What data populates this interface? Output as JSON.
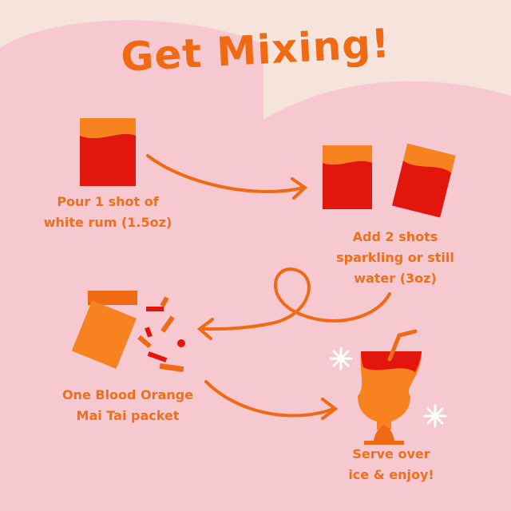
{
  "title": "Get Mixing!",
  "steps": [
    {
      "lines": [
        "Pour 1 shot of",
        "white rum (1.5oz)"
      ]
    },
    {
      "lines": [
        "Add 2 shots",
        "sparkling or still",
        "water (3oz)"
      ]
    },
    {
      "lines": [
        "One Blood Orange",
        "Mai Tai packet"
      ]
    },
    {
      "lines": [
        "Serve over",
        "ice & enjoy!"
      ]
    }
  ],
  "colors": {
    "background": "#f6e4dc",
    "blob": "#f5c9cf",
    "orange": "#f06a14",
    "red": "#e3160e",
    "light_orange": "#f7821f"
  }
}
